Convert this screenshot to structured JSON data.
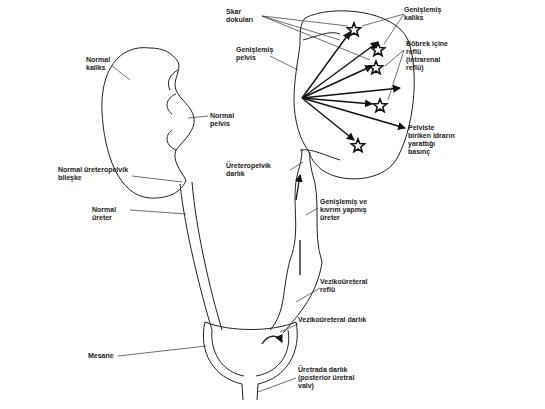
{
  "diagram": {
    "labels": [
      "Normal kaliks",
      "Normal pelvis",
      "Normal üreteropelvik bileşke",
      "Normal üreter",
      "Mesane",
      "Skar dokuları",
      "Genişlemiş kaliks",
      "Böbrek içine reflü (intrarenal reflü)",
      "Genişlemiş pelvis",
      "Pelviste biriken idrarın yarattığı basınç",
      "Üreteropelvik darlık",
      "Genişlemiş ve kıvrım yapmış üreter",
      "Vezikoüreteral reflü",
      "Vezikoüreteral darlık",
      "Üretrada darlık (posterior üretral valv)"
    ]
  }
}
